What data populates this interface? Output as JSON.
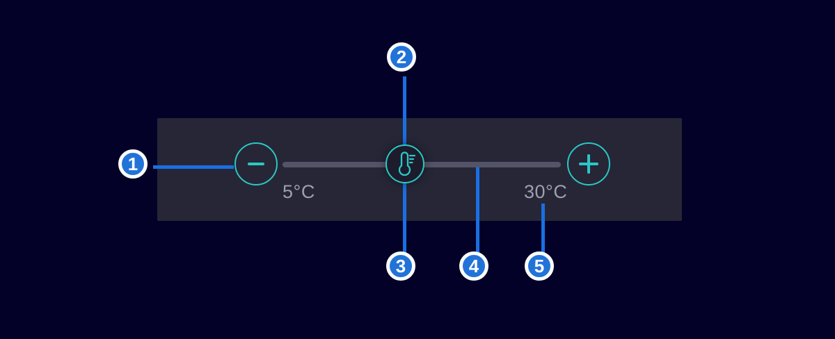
{
  "slider": {
    "min_label": "5°C",
    "max_label": "30°C",
    "handle_icon": "thermometer-icon",
    "decrease_icon": "minus-icon",
    "increase_icon": "plus-icon"
  },
  "callouts": [
    {
      "number": "1"
    },
    {
      "number": "2"
    },
    {
      "number": "3"
    },
    {
      "number": "4"
    },
    {
      "number": "5"
    }
  ],
  "colors": {
    "background": "#030127",
    "panel": "#262637",
    "accent_teal": "#2bc8c4",
    "track_gray": "#545469",
    "label_gray": "#9da0af",
    "badge_blue": "#2273d8",
    "connector_blue": "#1a6fe2",
    "badge_ring": "#ffffff",
    "handle_fill": "#1c1c2d"
  }
}
